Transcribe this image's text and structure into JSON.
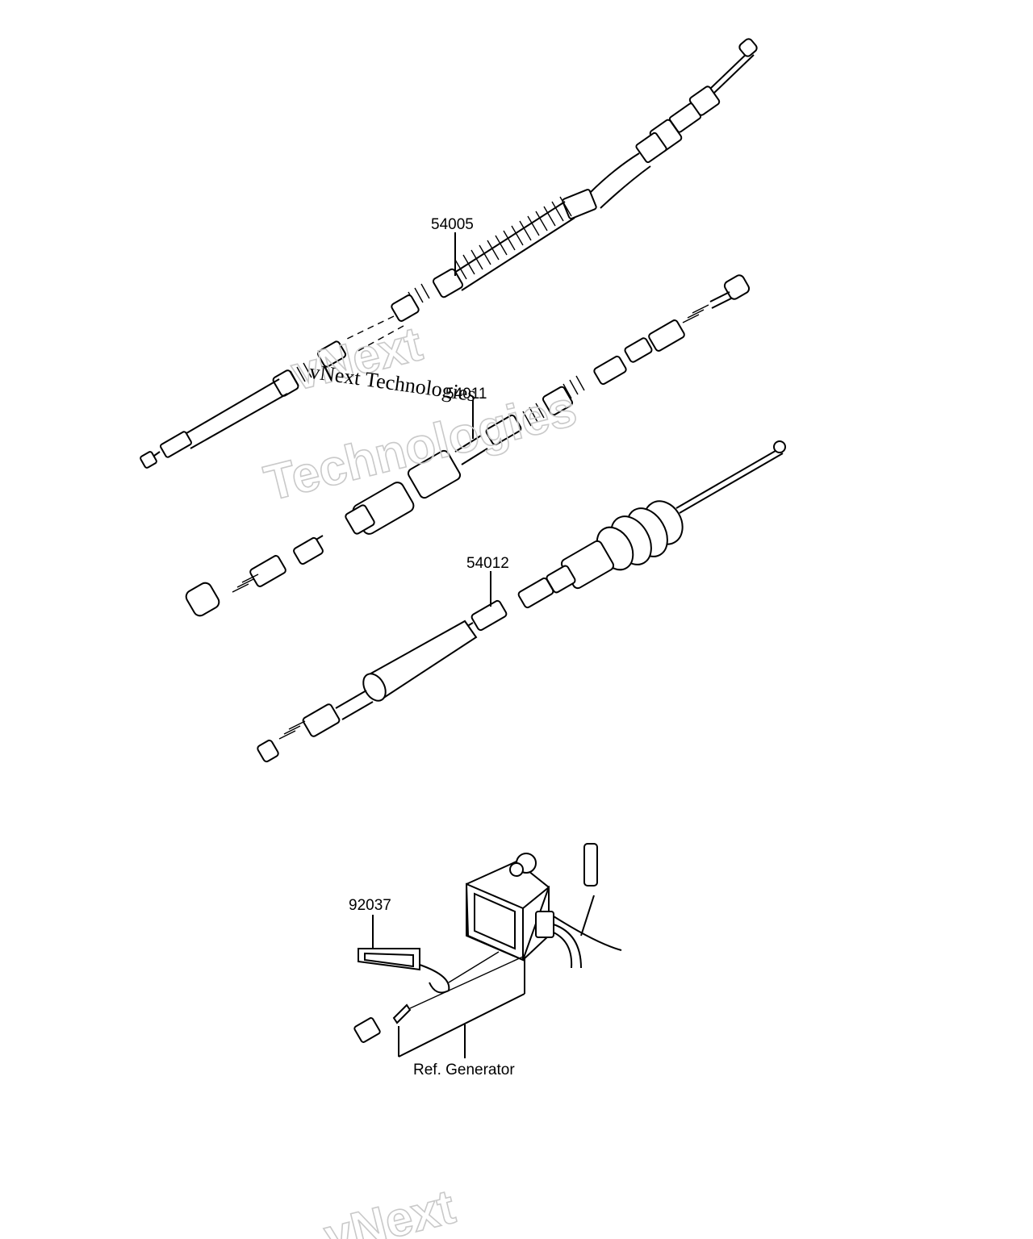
{
  "parts": [
    {
      "number": "54005"
    },
    {
      "number": "54011"
    },
    {
      "number": "54012"
    },
    {
      "number": "92037"
    }
  ],
  "reference_label": "Ref. Generator",
  "watermarks": {
    "brand_line1": "vNext",
    "brand_line2": "Technologies",
    "serif_text": "vNext Technologies"
  },
  "colors": {
    "line": "#000000",
    "watermark": "#c9c9c9",
    "background": "#ffffff"
  }
}
